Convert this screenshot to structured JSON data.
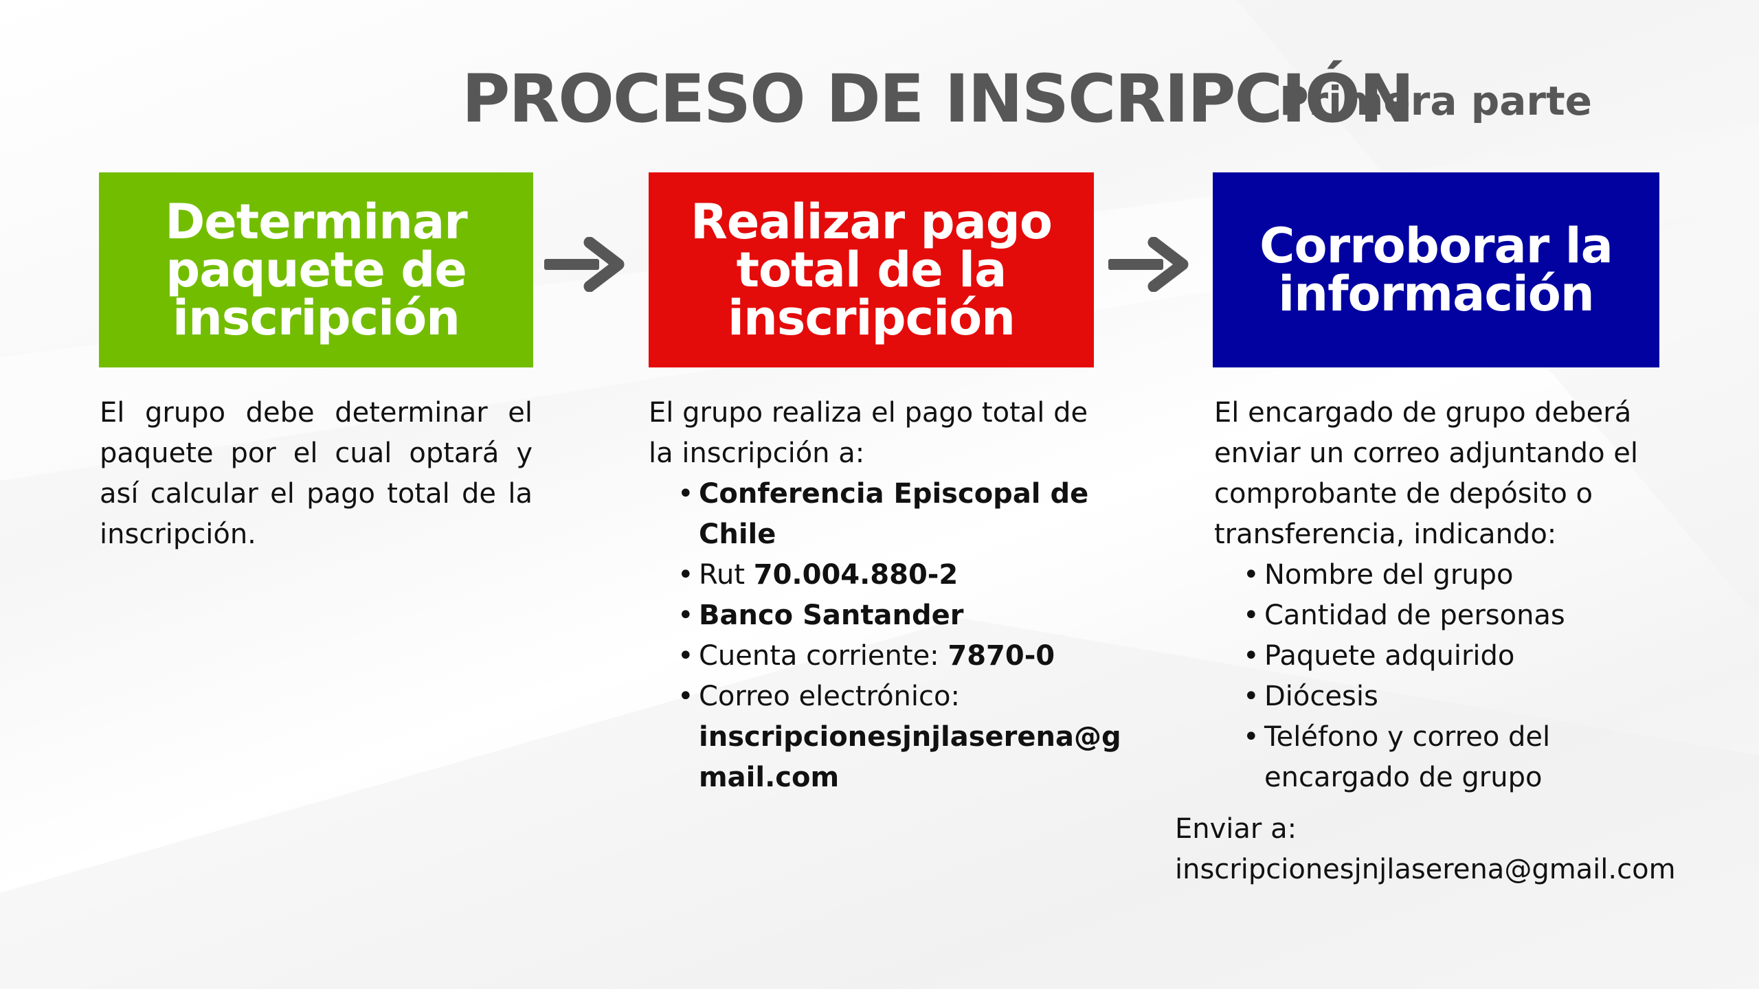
{
  "header": {
    "title": "PROCESO DE INSCRIPCIÓN",
    "subtitle": "Primera parte"
  },
  "colors": {
    "step1": "#72bd00",
    "step2": "#e40b0b",
    "step3": "#0202a0",
    "arrow": "#575757",
    "title": "#575757"
  },
  "steps": [
    {
      "title_lines": [
        "Determinar",
        "paquete de",
        "inscripción"
      ],
      "description": "El grupo debe determinar el paquete por el cual optará y así calcular el pago total de la inscripción."
    },
    {
      "title_lines": [
        "Realizar pago",
        "total de la",
        "inscripción"
      ],
      "intro": "El grupo realiza el pago total de la inscripción a:",
      "bullets": [
        {
          "bold": "Conferencia Episcopal de Chile"
        },
        {
          "label": "Rut ",
          "bold": "70.004.880-2"
        },
        {
          "bold": "Banco Santander"
        },
        {
          "label": "Cuenta corriente: ",
          "bold": "7870-0"
        },
        {
          "label": "Correo electrónico:",
          "bold_line_1": "inscripcionesjnjlaserena@g",
          "bold_line_2": "mail.com"
        }
      ]
    },
    {
      "title_lines": [
        "Corroborar la",
        "información"
      ],
      "intro_lines": [
        "El encargado de grupo deberá",
        "enviar un correo adjuntando el",
        "comprobante de depósito o",
        "transferencia, indicando:"
      ],
      "bullets": [
        "Nombre del grupo",
        "Cantidad de personas",
        "Paquete adquirido",
        "Diócesis",
        "Teléfono y correo del encargado de grupo"
      ]
    }
  ],
  "send_to": {
    "label": "Enviar a:",
    "email": "inscripcionesjnjlaserena@gmail.com"
  },
  "icons": {
    "connector_1": "arrow-right-icon",
    "connector_2": "arrow-right-icon"
  }
}
